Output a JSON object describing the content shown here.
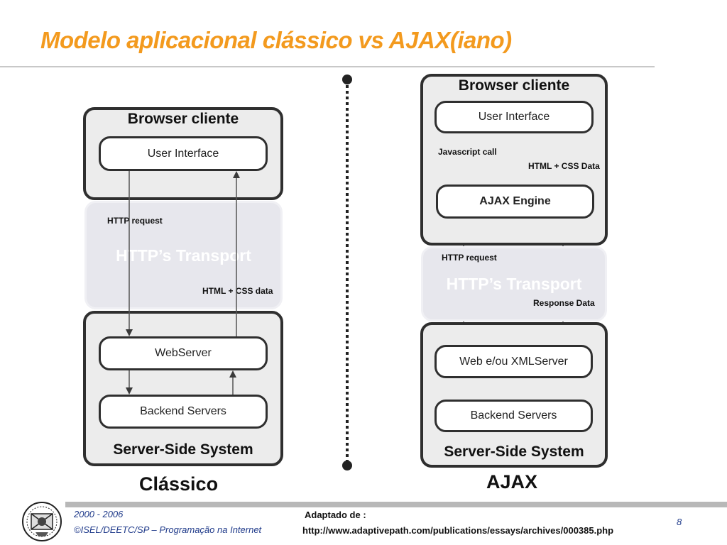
{
  "slide": {
    "title": "Modelo aplicacional  clássico vs AJAX(iano)",
    "page_number": "8"
  },
  "classic": {
    "column_title": "Clássico",
    "browser_heading": "Browser cliente",
    "user_interface": "User Interface",
    "transport": "HTTP’s Transport",
    "request_label": "HTTP request",
    "response_label": "HTML + CSS data",
    "webserver": "WebServer",
    "backend": "Backend Servers",
    "server_heading": "Server-Side System"
  },
  "ajax": {
    "column_title": "AJAX",
    "browser_heading": "Browser cliente",
    "user_interface": "User Interface",
    "js_call_label": "Javascript call",
    "html_css_label": "HTML + CSS Data",
    "engine": "AJAX Engine",
    "request_label": "HTTP request",
    "transport": "HTTP’s Transport",
    "response_label": "Response Data",
    "webserver": "Web e/ou XMLServer",
    "backend": "Backend Servers",
    "server_heading": "Server-Side System"
  },
  "footer": {
    "years": "2000 - 2006",
    "course": "©ISEL/DEETC/SP – Programação na Internet",
    "source_label": "Adaptado de :",
    "source_url": "http://www.adaptivepath.com/publications/essays/archives/000385.php"
  },
  "colors": {
    "title": "#f39a1e",
    "footer_text": "#1f3a8a",
    "box_fill": "#ececec",
    "box_border": "#2f2f2f",
    "transport_fill": "#e7e7ed"
  }
}
